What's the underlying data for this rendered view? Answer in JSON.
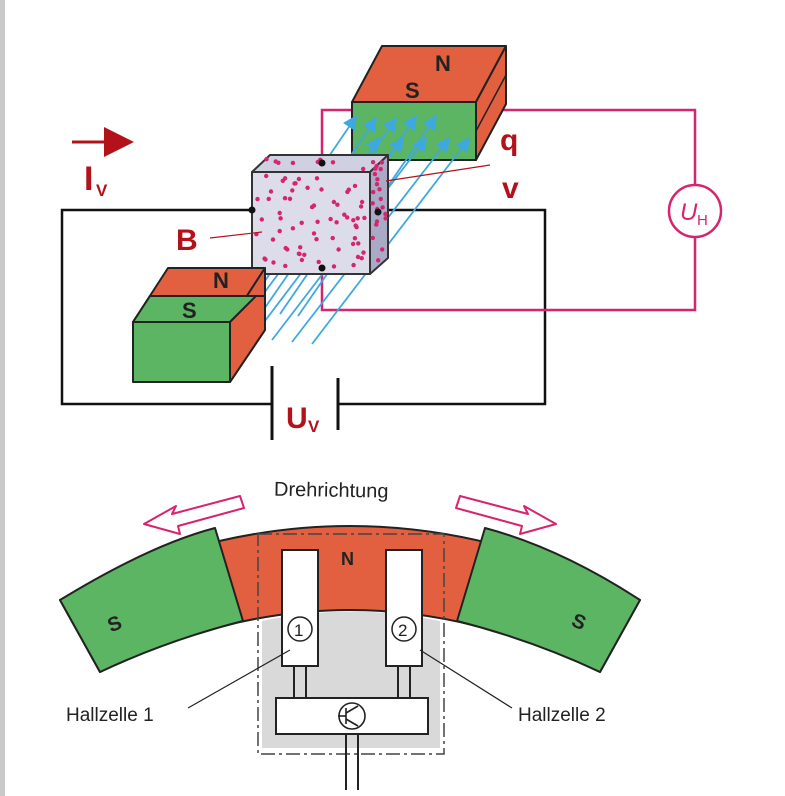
{
  "hall_effect": {
    "current_label": "I",
    "current_sub": "V",
    "field_label": "B",
    "charge_label": "q",
    "velocity_label": "v",
    "hall_voltage_label": "U",
    "hall_voltage_sub": "H",
    "supply_voltage_label": "U",
    "supply_voltage_sub": "V",
    "magnet_north": "N",
    "magnet_south": "S"
  },
  "motor": {
    "rotation_label": "Drehrichtung",
    "rotor_north": "N",
    "rotor_south_left": "S",
    "rotor_south_right": "S",
    "cell1_number": "1",
    "cell2_number": "2",
    "cell1_label": "Hallzelle 1",
    "cell2_label": "Hallzelle 2"
  },
  "colors": {
    "north_red": "#e2603f",
    "south_green": "#5cb563",
    "circuit_magenta": "#d6246e",
    "field_blue": "#3ea8e0",
    "label_red": "#b3121a"
  }
}
